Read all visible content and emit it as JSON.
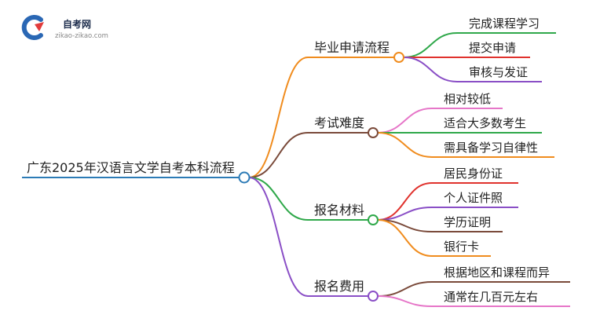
{
  "logo": {
    "title": "自考网",
    "subtitle": "zikao-zikao.com",
    "colors": {
      "primary": "#2a67b4",
      "accent": "#e23b3b"
    }
  },
  "root": {
    "label": "广东2025年汉语言文学自考本科流程",
    "color": "#2c7bb6"
  },
  "branches": [
    {
      "key": "graduation",
      "label": "毕业申请流程",
      "color": "#f08c1e",
      "leaves": [
        {
          "label": "完成课程学习",
          "color": "#2fa84a"
        },
        {
          "label": "提交申请",
          "color": "#e0322d"
        },
        {
          "label": "审核与发证",
          "color": "#8a4fc6"
        }
      ]
    },
    {
      "key": "difficulty",
      "label": "考试难度",
      "color": "#7a4a3a",
      "leaves": [
        {
          "label": "相对较低",
          "color": "#e676c8"
        },
        {
          "label": "适合大多数考生",
          "color": "#2fa84a"
        },
        {
          "label": "需具备学习自律性",
          "color": "#f08c1e"
        }
      ]
    },
    {
      "key": "materials",
      "label": "报名材料",
      "color": "#2fa84a",
      "leaves": [
        {
          "label": "居民身份证",
          "color": "#e0322d"
        },
        {
          "label": "个人证件照",
          "color": "#8a4fc6"
        },
        {
          "label": "学历证明",
          "color": "#7a4a3a"
        },
        {
          "label": "银行卡",
          "color": "#f08c1e"
        }
      ]
    },
    {
      "key": "fees",
      "label": "报名费用",
      "color": "#8a4fc6",
      "leaves": [
        {
          "label": "根据地区和课程而异",
          "color": "#7a4a3a"
        },
        {
          "label": "通常在几百元左右",
          "color": "#e676c8"
        }
      ]
    }
  ]
}
